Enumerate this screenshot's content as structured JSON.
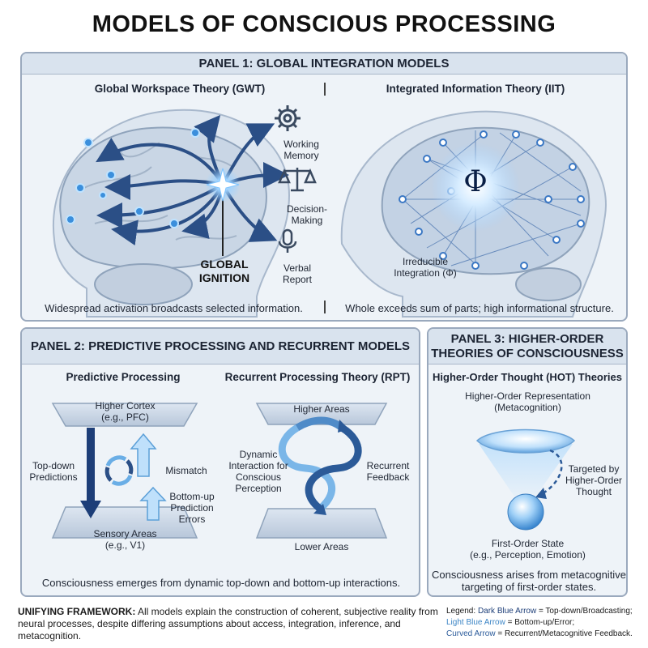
{
  "title": "MODELS OF CONSCIOUS PROCESSING",
  "panel1": {
    "header": "PANEL 1: GLOBAL INTEGRATION MODELS",
    "gwt": {
      "title": "Global Workspace Theory (GWT)",
      "ignition_line1": "GLOBAL",
      "ignition_line2": "IGNITION",
      "working_memory_l1": "Working",
      "working_memory_l2": "Memory",
      "decision_l1": "Decision-",
      "decision_l2": "Making",
      "verbal_l1": "Verbal",
      "verbal_l2": "Report",
      "caption": "Widespread activation broadcasts selected information."
    },
    "iit": {
      "title": "Integrated Information Theory (IIT)",
      "phi": "Φ",
      "label_l1": "Irreducible",
      "label_l2": "Integration (Φ)",
      "caption": "Whole exceeds sum of parts; high informational structure."
    }
  },
  "panel2": {
    "header": "PANEL 2: PREDICTIVE PROCESSING AND RECURRENT MODELS",
    "pp": {
      "title": "Predictive Processing",
      "top_l1": "Higher Cortex",
      "top_l2": "(e.g., PFC)",
      "bottom_l1": "Sensory Areas",
      "bottom_l2": "(e.g., V1)",
      "topdown_l1": "Top-down",
      "topdown_l2": "Predictions",
      "mismatch": "Mismatch",
      "bottomup_l1": "Bottom-up",
      "bottomup_l2": "Prediction",
      "bottomup_l3": "Errors"
    },
    "rpt": {
      "title": "Recurrent Processing Theory (RPT)",
      "higher": "Higher Areas",
      "lower": "Lower Areas",
      "dynamic_l1": "Dynamic",
      "dynamic_l2": "Interaction for",
      "dynamic_l3": "Conscious",
      "dynamic_l4": "Perception",
      "recurrent_l1": "Recurrent",
      "recurrent_l2": "Feedback"
    },
    "caption": "Consciousness emerges from dynamic top-down and bottom-up interactions."
  },
  "panel3": {
    "header_l1": "PANEL 3: HIGHER-ORDER",
    "header_l2": "THEORIES OF CONSCIOUSNESS",
    "title": "Higher-Order Thought (HOT) Theories",
    "hor_l1": "Higher-Order Representation",
    "hor_l2": "(Metacognition)",
    "targeted_l1": "Targeted by",
    "targeted_l2": "Higher-Order",
    "targeted_l3": "Thought",
    "first_l1": "First-Order State",
    "first_l2": "(e.g., Perception, Emotion)",
    "caption_l1": "Consciousness arises from metacognitive",
    "caption_l2": "targeting of first-order states."
  },
  "footer": {
    "bold": "UNIFYING FRAMEWORK:",
    "text": " All models explain the construction of coherent, subjective reality from neural processes, despite differing assumptions about access, integration, inference, and metacognition."
  },
  "legend": {
    "prefix": "Legend: ",
    "dark_label": "Dark Blue Arrow",
    "dark_desc": " = Top-down/Broadcasting;",
    "light_label": "Light Blue Arrow",
    "light_desc": " = Bottom-up/Error;",
    "curved_label": "Curved Arrow",
    "curved_desc": " = Recurrent/Metacognitive Feedback."
  },
  "colors": {
    "dark_blue": "#1d3e78",
    "light_blue": "#6aaee6",
    "panel_bg": "#eef3f8",
    "panel_border": "#9aa9bd"
  }
}
